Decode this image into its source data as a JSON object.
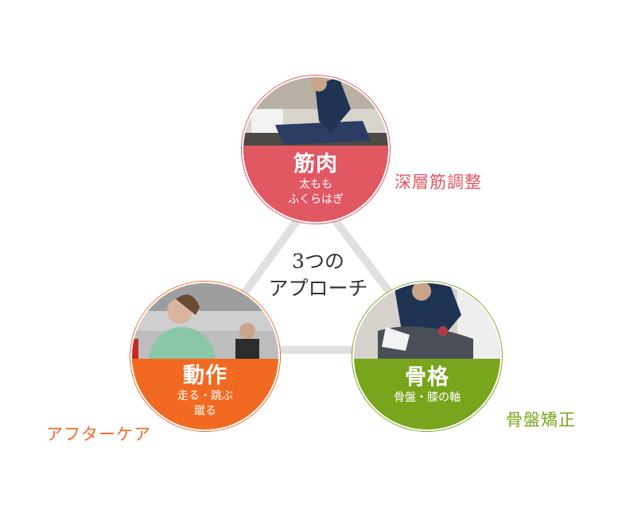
{
  "center": {
    "line1": "3つの",
    "line2": "アプローチ"
  },
  "nodes": {
    "muscle": {
      "title": "筋肉",
      "sub1": "太もも",
      "sub2": "ふくらはぎ",
      "color": "#e15762"
    },
    "motion": {
      "title": "動作",
      "sub1": "走る・跳ぶ",
      "sub2": "蹴る",
      "color": "#f26a21"
    },
    "bone": {
      "title": "骨格",
      "sub1": "骨盤・膝の軸",
      "color": "#79a51c"
    }
  },
  "side_labels": {
    "muscle": "深層筋調整",
    "motion": "アフターケア",
    "bone": "骨盤矯正"
  },
  "connector_color": "#e0e0e0"
}
